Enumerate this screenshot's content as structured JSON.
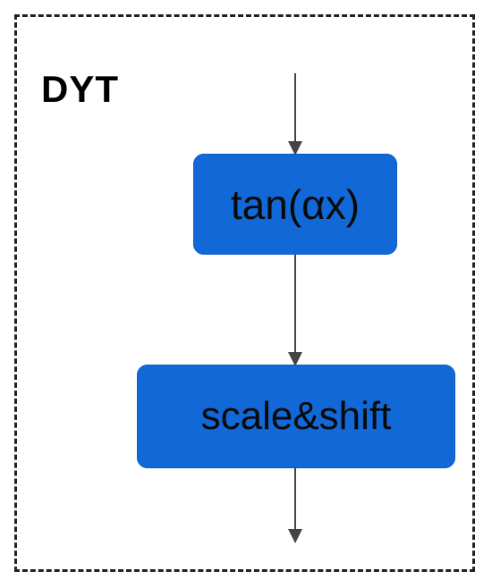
{
  "diagram": {
    "title": "DYT",
    "nodes": [
      {
        "id": "tanh-block",
        "label": "tan(αx)",
        "color": "#1168d6"
      },
      {
        "id": "scale-shift-block",
        "label": "scale&shift",
        "color": "#1168d6"
      }
    ],
    "edges": [
      {
        "from": "input",
        "to": "tanh-block"
      },
      {
        "from": "tanh-block",
        "to": "scale-shift-block"
      },
      {
        "from": "scale-shift-block",
        "to": "output"
      }
    ],
    "colors": {
      "block_fill": "#1168d6",
      "border": "#222222",
      "arrow": "#444444"
    }
  }
}
